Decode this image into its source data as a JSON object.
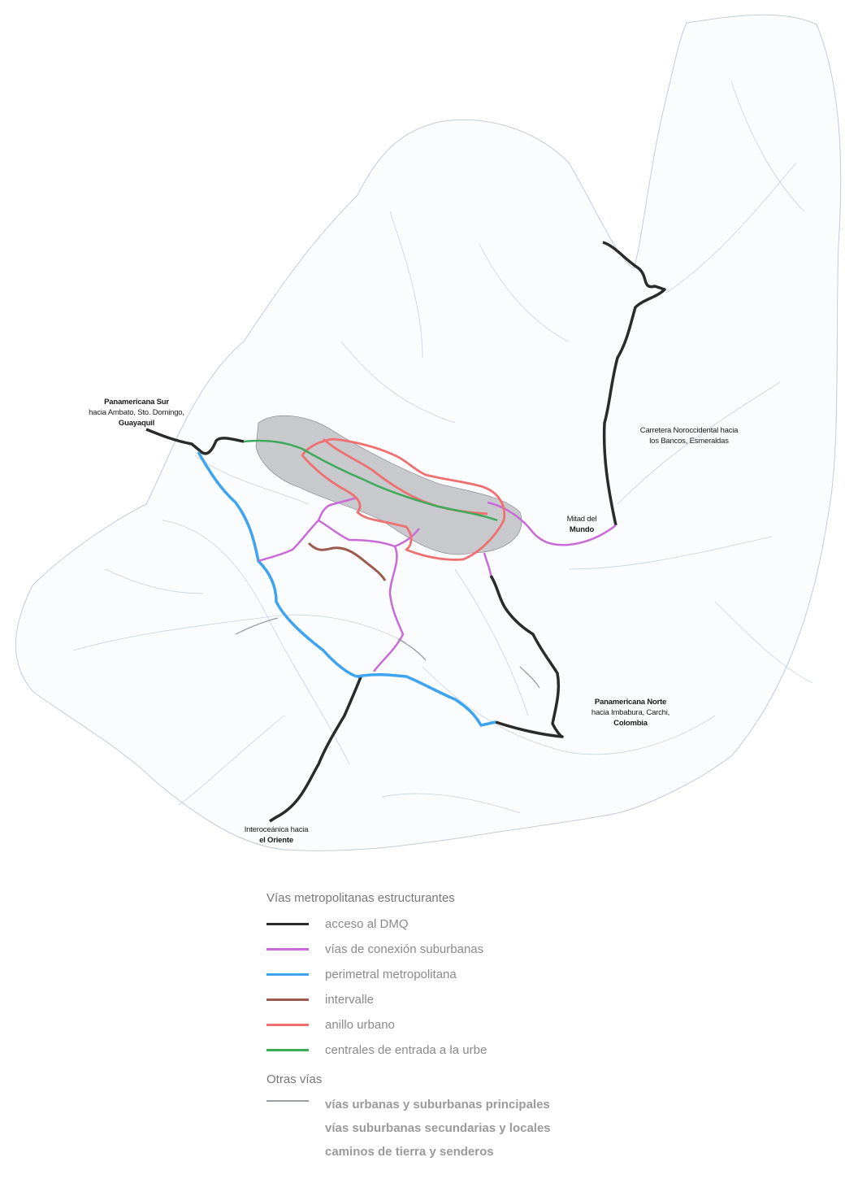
{
  "map": {
    "labels": {
      "panamericana_sur": {
        "line1": "Panamericana Sur",
        "line2": "hacia Ambato, Sto. Domingo,",
        "line3": "Guayaquil"
      },
      "carretera_noroccidental": {
        "line1": "Carretera Noroccidental hacia",
        "line2": "los Bancos, Esmeraldas"
      },
      "mitad_del_mundo": {
        "line1": "Mitad del",
        "line2": "Mundo"
      },
      "panamericana_norte": {
        "line1": "Panamericana Norte",
        "line2": "hacia Imbabura, Carchi,",
        "line3": "Colombia"
      },
      "interoceanica": {
        "line1": "Interoceánica hacia",
        "line2": "el Oriente"
      }
    }
  },
  "legend": {
    "heading": "Vías metropolitanas estructurantes",
    "items": [
      {
        "label": "acceso al DMQ",
        "color": "#2b2b2b"
      },
      {
        "label": "vías de conexión suburbanas",
        "color": "#c86bd6"
      },
      {
        "label": "perimetral metropolitana",
        "color": "#3fa4f0"
      },
      {
        "label": "intervalle",
        "color": "#9b5a4c"
      },
      {
        "label": "anillo urbano",
        "color": "#ef7070"
      },
      {
        "label": "centrales de entrada a la urbe",
        "color": "#3daa5a"
      }
    ],
    "other_heading": "Otras vías",
    "other_color": "#9aa0a8",
    "other_items": [
      "vías urbanas y suburbanas principales",
      "vías suburbanas secundarias y locales",
      "caminos de tierra y senderos"
    ]
  }
}
